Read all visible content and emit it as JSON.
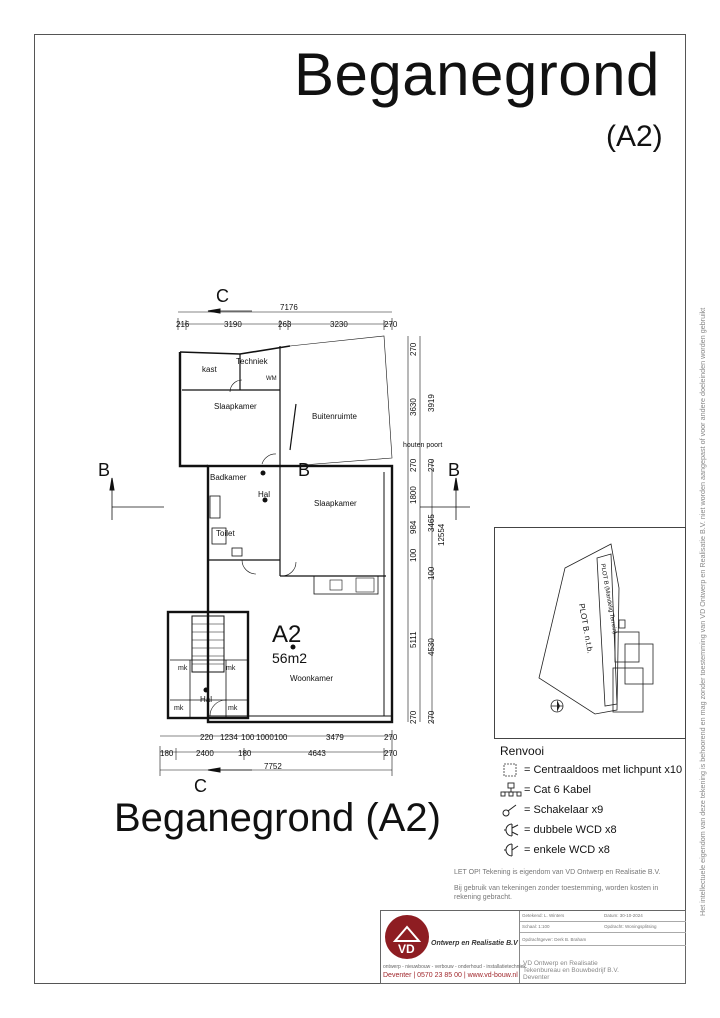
{
  "titles": {
    "main": "Beganegrond",
    "sub": "(A2)",
    "caption": "Beganegrond (A2)"
  },
  "plan": {
    "unit_label": "A2",
    "area": "56m2",
    "rooms": {
      "techniek": "Techniek",
      "kast": "kast",
      "wm": "WM",
      "slaapkamer1": "Slaapkamer",
      "buitenruimte": "Buitenruimte",
      "badkamer": "Badkamer",
      "hal1": "Hal",
      "toilet": "Toilet",
      "slaapkamer2": "Slaapkamer",
      "woonkamer": "Woonkamer",
      "hal2": "Hal",
      "mk1": "mk",
      "mk2": "mk",
      "mk3": "mk",
      "mk4": "mk",
      "houten_poort": "houten poort"
    },
    "section_markers": {
      "c_top": "C",
      "c_bottom": "C",
      "b_left": "B",
      "b_mid": "B",
      "b_right": "B"
    },
    "dims_top": {
      "total": "7176",
      "d1": "216",
      "d2": "3190",
      "d3": "263",
      "d4": "3230",
      "d5": "270"
    },
    "dims_right": {
      "d1": "270",
      "d2": "3630",
      "d3": "3919",
      "d4": "270",
      "d5": "270",
      "d6": "1800",
      "d7": "984",
      "d8": "100",
      "d9": "3465",
      "d10": "12554",
      "d11": "100",
      "d12": "5111",
      "d13": "4530",
      "d14": "270",
      "d15": "270"
    },
    "dims_bottom": {
      "r1a": "220",
      "r1b": "1234",
      "r1c": "100",
      "r1d": "1000",
      "r1e": "100",
      "r1f": "3479",
      "r1g": "270",
      "r2a": "180",
      "r2b": "2400",
      "r2c": "180",
      "r2d": "4643",
      "r2e": "270",
      "total": "7752"
    }
  },
  "inset": {
    "label1": "PLOT B (Mandelig Terrein)",
    "label2": "PLOT B. n.t.b."
  },
  "legend": {
    "title": "Renvooi",
    "items": [
      {
        "icon": "junction-box-icon",
        "text": "= Centraaldoos met lichpunt x10"
      },
      {
        "icon": "network-icon",
        "text": "= Cat 6 Kabel"
      },
      {
        "icon": "switch-icon",
        "text": "= Schakelaar x9"
      },
      {
        "icon": "double-socket-icon",
        "text": "= dubbele WCD x8"
      },
      {
        "icon": "single-socket-icon",
        "text": "= enkele WCD x8"
      }
    ]
  },
  "notice": {
    "p1": "LET OP! Tekening is eigendom van VD Ontwerp en Realisatie B.V.",
    "p2": "Bij gebruik van tekeningen zonder toestemming, worden kosten in rekening gebracht."
  },
  "side_note": "Het intellectuele eigendom van deze tekening is behoorend en mag zonder toestemming van VD Ontwerp en Realisatie B.V. niet worden aangepast of voor andere doeleinden worden gebruikt",
  "titleblock": {
    "company": "Ontwerp en Realisatie B.V",
    "logo_letters": "VD",
    "tagline": "ontwerp - nieuwbouw - verbouw - onderhoud - installatietechniek",
    "contact": "Deventer | 0570 23 85 00 | www.vd-bouw.nl",
    "firm_line1": "VD Ontwerp en Realisatie",
    "firm_line2": "Tekenbureau en Bouwbedrijf B.V.",
    "firm_line3": "Deventer",
    "f1": "Getekend: L. Winters",
    "f2": "Datum: 30-10-2024",
    "f3": "Schaal: 1:100",
    "f4": "Opdracht: Woningsplitsing",
    "f5": "Opdrachtgever: Derk B. Braham"
  }
}
